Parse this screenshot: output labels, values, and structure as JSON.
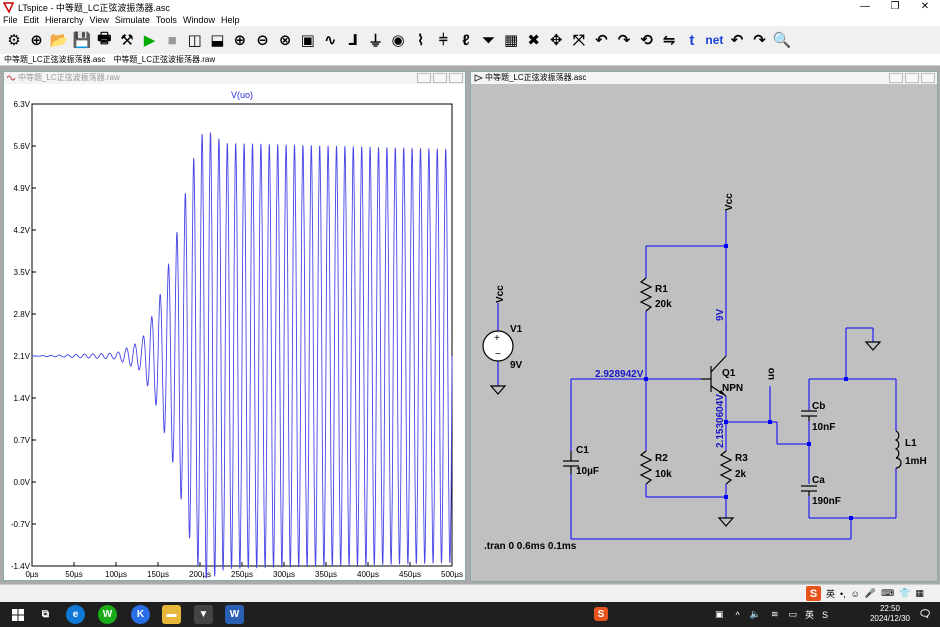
{
  "window": {
    "title": "LTspice - 中等题_LC正弦波振荡器.asc",
    "minimize": "—",
    "restore": "❐",
    "close": "✕"
  },
  "menu": [
    "File",
    "Edit",
    "Hierarchy",
    "View",
    "Simulate",
    "Tools",
    "Window",
    "Help"
  ],
  "toolbar": {
    "icons": [
      "settings-gear-icon",
      "open-schematic-icon",
      "open-folder-icon",
      "save-icon",
      "print-icon",
      "control-panel-icon",
      "run-icon",
      "halt-icon",
      "tile-vertical-icon",
      "tile-horizontal-icon",
      "zoom-in-icon",
      "zoom-out-icon",
      "zoom-full-icon",
      "autorange-icon",
      "waveform-icon",
      "wire-icon",
      "ground-icon",
      "label-icon",
      "resistor-icon",
      "capacitor-icon",
      "inductor-icon",
      "diode-icon",
      "component-icon",
      "delete-icon",
      "move-icon",
      "drag-icon",
      "undo-icon",
      "redo-icon",
      "rotate-icon",
      "mirror-icon",
      "text-icon",
      "spice-directive-icon",
      "undo-arrow-icon",
      "redo-arrow-icon",
      "find-icon"
    ],
    "net_label": "net",
    "text_label": "t"
  },
  "tabs": [
    "中等题_LC正弦波振荡器.asc",
    "中等题_LC正弦波振荡器.raw"
  ],
  "waveform_window": {
    "title": "中等题_LC正弦波振荡器.raw"
  },
  "schematic_window": {
    "title": "中等题_LC正弦波振荡器.asc"
  },
  "chart_data": {
    "type": "line",
    "title": "V(uo)",
    "series": [
      {
        "name": "V(uo)",
        "color": "#4646e6"
      }
    ],
    "x_ticks": [
      "0µs",
      "50µs",
      "100µs",
      "150µs",
      "200µs",
      "250µs",
      "300µs",
      "350µs",
      "400µs",
      "450µs",
      "500µs"
    ],
    "y_ticks": [
      "6.3V",
      "5.6V",
      "4.9V",
      "4.2V",
      "3.5V",
      "2.8V",
      "2.1V",
      "1.4V",
      "0.7V",
      "0.0V",
      "-0.7V",
      "-1.4V"
    ],
    "xlim": [
      0,
      500
    ],
    "ylim": [
      -1.4,
      6.3
    ],
    "x_unit": "µs",
    "y_unit": "V",
    "bias": 2.1,
    "period_us": 10,
    "envelope": [
      {
        "t": 0,
        "a": 0
      },
      {
        "t": 100,
        "a": 0.05
      },
      {
        "t": 130,
        "a": 0.25
      },
      {
        "t": 150,
        "a": 0.9
      },
      {
        "t": 170,
        "a": 1.9
      },
      {
        "t": 190,
        "a": 3.2
      },
      {
        "t": 205,
        "a": 3.8
      },
      {
        "t": 230,
        "a": 3.55
      },
      {
        "t": 500,
        "a": 3.45
      }
    ],
    "grid": false
  },
  "schematic": {
    "vcc_top": "Vcc",
    "v1_net": "Vcc",
    "v1_name": "V1",
    "v1_value": "9V",
    "r1_name": "R1",
    "r1_value": "20k",
    "r2_name": "R2",
    "r2_value": "10k",
    "r3_name": "R3",
    "r3_value": "2k",
    "q1_name": "Q1",
    "q1_model": "NPN",
    "c1_name": "C1",
    "c1_value": "10µF",
    "cb_name": "Cb",
    "cb_value": "10nF",
    "ca_name": "Ca",
    "ca_value": "190nF",
    "l1_name": "L1",
    "l1_value": "1mH",
    "uo_label": "uo",
    "base_voltage": "2.928942V",
    "emitter_voltage": "2.1530604V",
    "collector_voltage": "9V",
    "directive": ".tran 0 0.6ms 0.1ms"
  },
  "ime": {
    "logo": "S",
    "lang": "英"
  },
  "tray": {
    "ime": "英",
    "date": "2024/12/30",
    "time": "22:50"
  }
}
